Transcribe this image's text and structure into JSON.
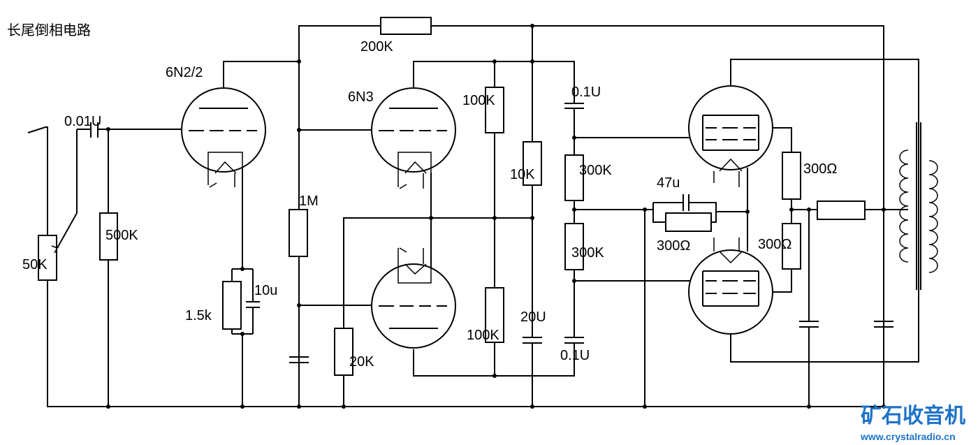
{
  "title": "长尾倒相电路",
  "labels": {
    "tube_input": "6N2/2",
    "tube_lt": "6N3",
    "cap_input": "0.01U",
    "pot_volume": "50K",
    "r_grid": "500K",
    "r_cath": "1.5k",
    "c_cath": "10u",
    "r_fb": "200K",
    "r_1m": "1M",
    "r_100k_top": "100K",
    "r_10k": "10K",
    "r_100k_bot": "100K",
    "r_20k": "20K",
    "c_20u": "20U",
    "c_01u_top": "0.1U",
    "c_01u_bot": "0.1U",
    "r_300k_top": "300K",
    "r_300k_bot": "300K",
    "c_47u": "47u",
    "r_300_bias": "300Ω",
    "r_300_top": "300Ω",
    "r_300_bot": "300Ω"
  },
  "watermark": {
    "name": "矿石收音机",
    "url": "www.crystalradio.cn",
    "color": "#1e73c8"
  }
}
